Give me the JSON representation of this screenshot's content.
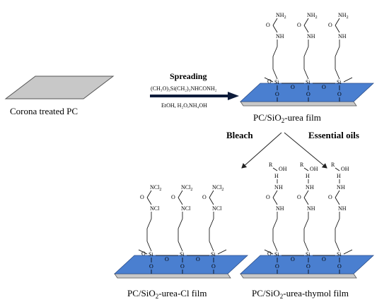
{
  "labels": {
    "corona": "Corona treated PC",
    "spreading": "Spreading",
    "reagent": "(CH₃O)₃Si(CH₂)₃NHCONH₂",
    "conditions": "EtOH, H₂O,NH₄OH",
    "urea_film_a": "PC/SiO",
    "urea_film_sub": "2",
    "urea_film_b": "-urea film",
    "bleach": "Bleach",
    "essential_oils": "Essential oils",
    "cl_film_a": "PC/SiO",
    "cl_film_sub": "2",
    "cl_film_b": "-urea-Cl film",
    "thymol_film_a": "PC/SiO",
    "thymol_film_sub": "2",
    "thymol_film_b": "-urea-thymol film"
  },
  "chem": {
    "nh2": "NH",
    "nh2_sub": "2",
    "nh": "NH",
    "o": "O",
    "si": "Si",
    "ncl2": "NCl",
    "ncl2_sub": "2",
    "ncl": "NCl",
    "n": "N",
    "h": "H",
    "r": "R",
    "oh": "OH"
  },
  "colors": {
    "plate_gray": "#c8c8c8",
    "plate_blue": "#4a7fd0",
    "plate_edge": "#555555",
    "arrow": "#0d1b3a"
  }
}
